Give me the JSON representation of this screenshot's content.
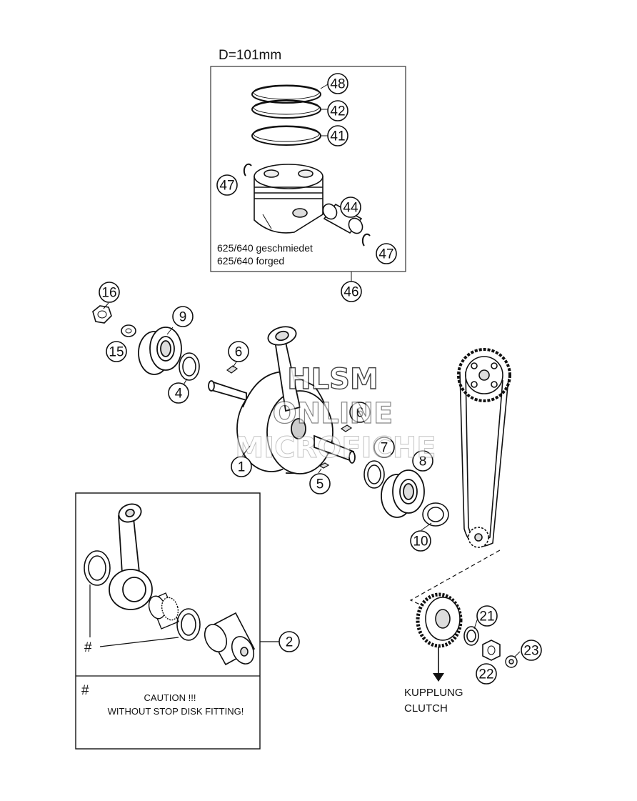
{
  "diagram": {
    "diameter_label": "D=101mm",
    "piston_caption_line1": "625/640  geschmiedet",
    "piston_caption_line2": "625/640  forged",
    "hash_mark": "#",
    "caution_line1": "CAUTION !!!",
    "caution_line2": "WITHOUT STOP DISK FITTING!",
    "clutch_de": "KUPPLUNG",
    "clutch_en": "CLUTCH",
    "watermark": [
      "HLSM",
      "ONLINE",
      "MICROFICHE"
    ],
    "parts": [
      {
        "id": "p48",
        "label": "48"
      },
      {
        "id": "p42",
        "label": "42"
      },
      {
        "id": "p41",
        "label": "41"
      },
      {
        "id": "p47a",
        "label": "47"
      },
      {
        "id": "p44",
        "label": "44"
      },
      {
        "id": "p47b",
        "label": "47"
      },
      {
        "id": "p46",
        "label": "46"
      },
      {
        "id": "p16",
        "label": "16"
      },
      {
        "id": "p9",
        "label": "9"
      },
      {
        "id": "p15",
        "label": "15"
      },
      {
        "id": "p4",
        "label": "4"
      },
      {
        "id": "p6",
        "label": "6"
      },
      {
        "id": "p1",
        "label": "1"
      },
      {
        "id": "p6b",
        "label": "6"
      },
      {
        "id": "p7",
        "label": "7"
      },
      {
        "id": "p8",
        "label": "8"
      },
      {
        "id": "p5",
        "label": "5"
      },
      {
        "id": "p10",
        "label": "10"
      },
      {
        "id": "p2",
        "label": "2"
      },
      {
        "id": "p21",
        "label": "21"
      },
      {
        "id": "p23",
        "label": "23"
      },
      {
        "id": "p22",
        "label": "22"
      }
    ]
  }
}
